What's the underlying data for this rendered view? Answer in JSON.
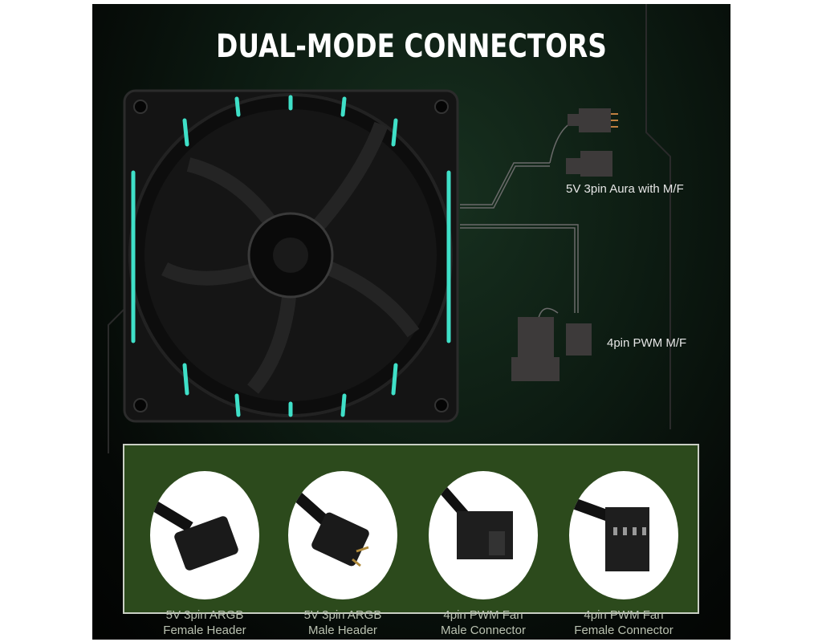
{
  "title": "DUAL-MODE CONNECTORS",
  "callouts": {
    "aura": "5V 3pin Aura with M/F",
    "pwm": "4pin PWM M/F"
  },
  "connectors": [
    {
      "line1": "5V 3pin ARGB",
      "line2": "Female Header",
      "icon": "argb-female-connector-icon"
    },
    {
      "line1": "5V 3pin ARGB",
      "line2": "Male Header",
      "icon": "argb-male-connector-icon"
    },
    {
      "line1": "4pin PWM Fan",
      "line2": "Male Connector",
      "icon": "pwm-male-connector-icon"
    },
    {
      "line1": "4pin PWM Fan",
      "line2": "Female Connector",
      "icon": "pwm-female-connector-icon"
    }
  ],
  "colors": {
    "accent": "#3fe0c8",
    "panel": "#2c4a1c"
  }
}
